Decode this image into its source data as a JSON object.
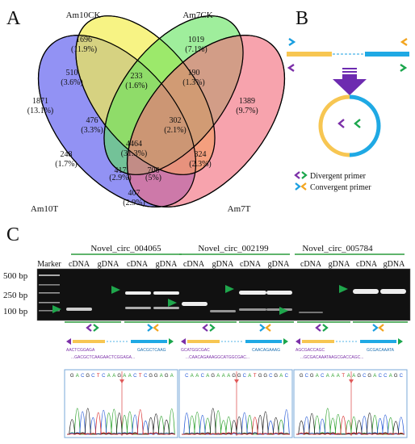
{
  "panels": {
    "a": "A",
    "b": "B",
    "c": "C"
  },
  "venn": {
    "sets": [
      "Am10CK",
      "Am7CK",
      "Am10T",
      "Am7T"
    ],
    "regions": [
      {
        "count": "1696",
        "pct": "(11.9%)"
      },
      {
        "count": "1019",
        "pct": "(7.1%)"
      },
      {
        "count": "510",
        "pct": "(3.6%)"
      },
      {
        "count": "233",
        "pct": "(1.6%)"
      },
      {
        "count": "190",
        "pct": "(1.3%)"
      },
      {
        "count": "1871",
        "pct": "(13.1%)"
      },
      {
        "count": "476",
        "pct": "(3.3%)"
      },
      {
        "count": "302",
        "pct": "(2.1%)"
      },
      {
        "count": "1389",
        "pct": "(9.7%)"
      },
      {
        "count": "4464",
        "pct": "(31.3%)"
      },
      {
        "count": "248",
        "pct": "(1.7%)"
      },
      {
        "count": "324",
        "pct": "(2.3%)"
      },
      {
        "count": "417",
        "pct": "(2.9%)"
      },
      {
        "count": "706",
        "pct": "(5%)"
      },
      {
        "count": "407",
        "pct": "(2.9%)"
      }
    ],
    "colors": {
      "am10t": "#6e6ef0",
      "am10ck": "#f4ee50",
      "am7ck": "#5fe35a",
      "am7t": "#f26b7a"
    }
  },
  "primer_diagram": {
    "legend": [
      "Divergent primer",
      "Convergent primer"
    ],
    "colors": {
      "exon_yellow": "#f7c652",
      "exon_blue": "#1fa9e4",
      "arrow": "#6d2bb0",
      "divergent_purple": "#7b2fa8",
      "divergent_green": "#1aa64c",
      "convergent_blue": "#1a9fe0",
      "convergent_orange": "#f3a51f"
    }
  },
  "gel": {
    "circ_names": [
      "Novel_circ_004065",
      "Novel_circ_002199",
      "Novel_circ_005784"
    ],
    "marker_label": "Marker",
    "lane_labels": [
      "cDNA",
      "gDNA",
      "cDNA",
      "gDNA"
    ],
    "bp_labels": [
      "500 bp",
      "250 bp",
      "100 bp"
    ]
  },
  "junctions": [
    {
      "left": "AACTCGGAGA",
      "right": "GACGCTCAAG",
      "joined": "...GACGCTCAAGAACTCGGAGA...",
      "trace": "GACGCTCAAGAACTCGGAGA"
    },
    {
      "left": "GCATGGCGAC",
      "right": "CAACAGAAAG",
      "joined": "...CAACAGAAAGGCATGGCGAC...",
      "trace": "CAACAGAAAGGCATGGCGAC"
    },
    {
      "left": "AGCGACCAGC",
      "right": "GCGACAAATA",
      "joined": "...GCGACAAATAAGCGACCAGC...",
      "trace": "GCGACAAATAAGCGACCAGC"
    }
  ]
}
